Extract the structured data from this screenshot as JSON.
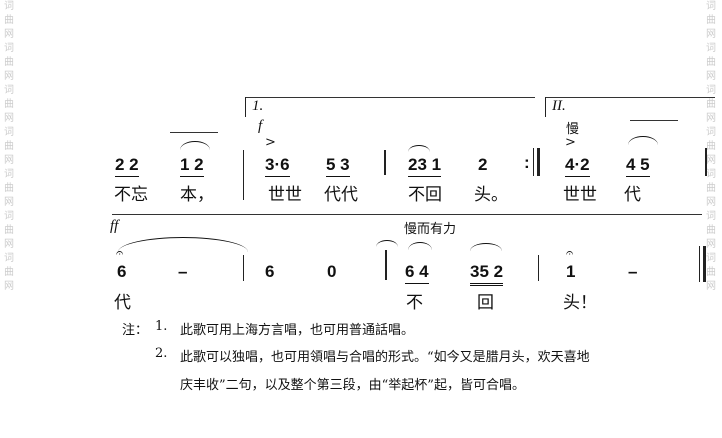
{
  "watermark": "词曲网",
  "row1": {
    "notes": [
      "2 2",
      "1 2",
      "3·6",
      "5 3",
      "23 1",
      "2",
      "4·2",
      "4 5"
    ],
    "lyrics": [
      "不忘",
      "本，",
      "世世",
      "代代",
      "不回",
      "头。",
      "世世",
      "代"
    ],
    "volta1": "1.",
    "volta2": "II.",
    "dynamic": "f",
    "tempo": "慢",
    "accent": ">"
  },
  "row2": {
    "notes": [
      "6",
      "–",
      "6",
      "0",
      "6 4",
      "35 2",
      "1",
      "–"
    ],
    "lyrics": [
      "代",
      "不",
      "回",
      "头！"
    ],
    "dynamic": "ff",
    "tempo": "慢而有力"
  },
  "notes": {
    "label": "注：",
    "items": [
      {
        "num": "1.",
        "text": "此歌可用上海方言唱，也可用普通話唱。"
      },
      {
        "num": "2.",
        "text": "此歌可以独唱，也可用領唱与合唱的形式。“如今又是腊月头，欢天喜地",
        "cont": "庆丰收”二句，以及整个第三段，由“举起杯”起，皆可合唱。"
      }
    ]
  }
}
